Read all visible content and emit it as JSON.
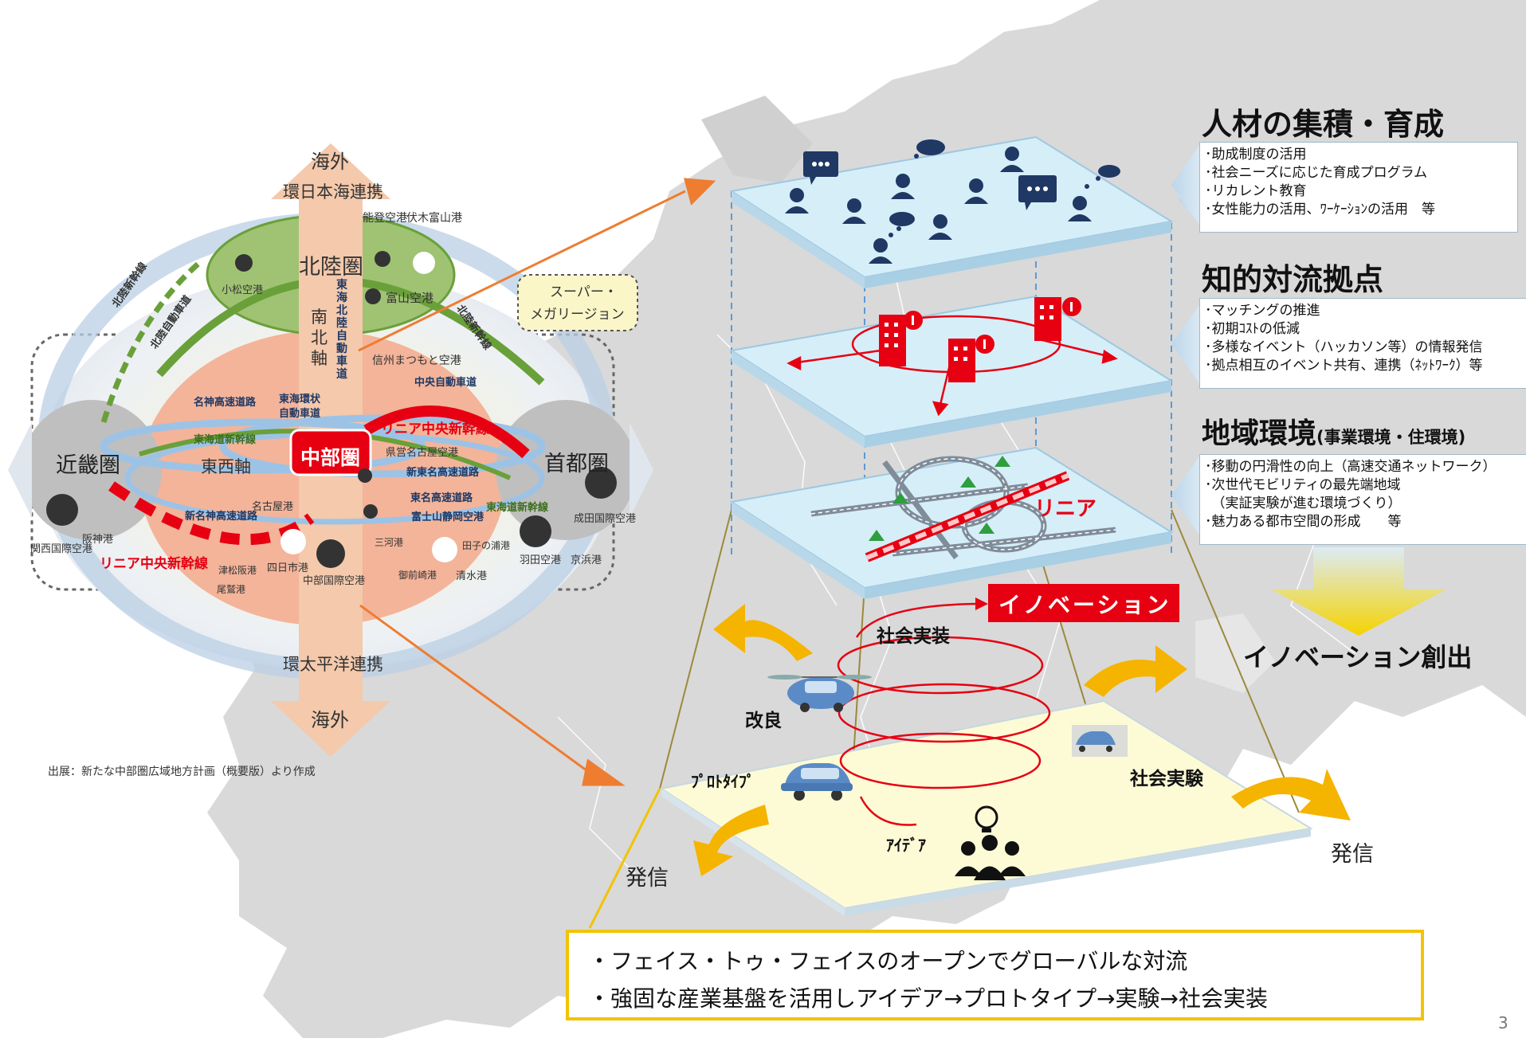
{
  "left_map": {
    "kaigai_top": "海外",
    "kan_nihonkai": "環日本海連携",
    "hokuriku": "北陸圏",
    "noto": "能登空港",
    "fushiki": "伏木富山港",
    "komatsu": "小松空港",
    "toyama": "富山空港",
    "super_mega": [
      "スーパー・",
      "メガリージョン"
    ],
    "hokuriku_shinkansen_l": "北陸新幹線",
    "hokuriku_jidosha": "北陸自動車道",
    "hokuriku_shinkansen_r": "北陸新幹線",
    "tokai_hokuriku": "東海北陸自動車道",
    "nanboku": "南北軸",
    "shinshu": "信州まつもと空港",
    "chuo_jidosha": "中央自動車道",
    "meishin": "名神高速道路",
    "tokai_kanjo": [
      "東海環状",
      "自動車道"
    ],
    "linear_chuo_r": "リニア中央新幹線",
    "tokaido_l": "東海道新幹線",
    "kinki": "近畿圏",
    "touzai": "東西軸",
    "chubu": "中部圏",
    "kenei_nagoya": "県営名古屋空港",
    "shinshu_tomei": "新東名高速道路",
    "shuto": "首都圏",
    "shin_meishin": "新名神高速道路",
    "tomei": "東名高速道路",
    "fujisan": "富士山静岡空港",
    "tokaido_r": "東海道新幹線",
    "kansai_air": "関西国際空港",
    "hanshin": "阪神港",
    "nagoya_port": "名古屋港",
    "yokkaichi": "四日市港",
    "mikawa": "三河港",
    "tagonoura": "田子の浦港",
    "narita": "成田国際空港",
    "linear_chuo_l": "リニア中央新幹線",
    "tsumatsuzaka": "津松阪港",
    "owase": "尾鷲港",
    "centrair": "中部国際空港",
    "omaezaki": "御前崎港",
    "shimizu": "清水港",
    "haneda": "羽田空港",
    "keihin": "京浜港",
    "kan_taiheiyo": "環太平洋連携",
    "kaigai_bottom": "海外"
  },
  "source_note": "出展：新たな中部圏広域地方計画（概要版）より作成",
  "layers": {
    "linear_label": "リニア",
    "innovation_badge": "イノベーション",
    "shakai_jisso": "社会実装",
    "kairyo": "改良",
    "prototype": "ﾌﾟﾛﾄﾀｲﾌﾟ",
    "shakai_jikken": "社会実験",
    "idea": "ｱｲﾃﾞｱ",
    "hasshin_left": "発信",
    "hasshin_right": "発信"
  },
  "right_panel": {
    "jinzai": {
      "title": "人材の集積・育成",
      "items": [
        "･助成制度の活用",
        "･社会ニーズに応じた育成プログラム",
        "･リカレント教育",
        "･女性能力の活用、ﾜｰｹｰｼｮﾝの活用　等"
      ]
    },
    "chiteki": {
      "title": "知的対流拠点",
      "items": [
        "･マッチングの推進",
        "･初期ｺｽﾄの低減",
        "･多様なイベント（ハッカソン等）の情報発信",
        "･拠点相互のイベント共有、連携（ﾈｯﾄﾜｰｸ）等"
      ]
    },
    "chiiki": {
      "title": "地域環境",
      "subtitle": "(事業環境・住環境)",
      "items": [
        "･移動の円滑性の向上（高速交通ネットワーク）",
        "･次世代モビリティの最先端地域",
        "　（実証実験が進む環境づくり）",
        "･魅力ある都市空間の形成　　等"
      ]
    },
    "innovation_sosyutsu": "イノベーション創出"
  },
  "bottom_box": {
    "line1": "・フェイス・トゥ・フェイスのオープンでグローバルな対流",
    "line2": "・強固な産業基盤を活用しアイデア→プロトタイプ→実験→社会実装"
  },
  "page_number": "3",
  "colors": {
    "map_gray": "#d4d4d4",
    "layer_blue": "#d6eef8",
    "layer_yellow": "#fdfbd6",
    "accent_red": "#e60012",
    "navy": "#1f3864",
    "gold": "#f5b400",
    "orange_arrow": "#ee7d31"
  }
}
